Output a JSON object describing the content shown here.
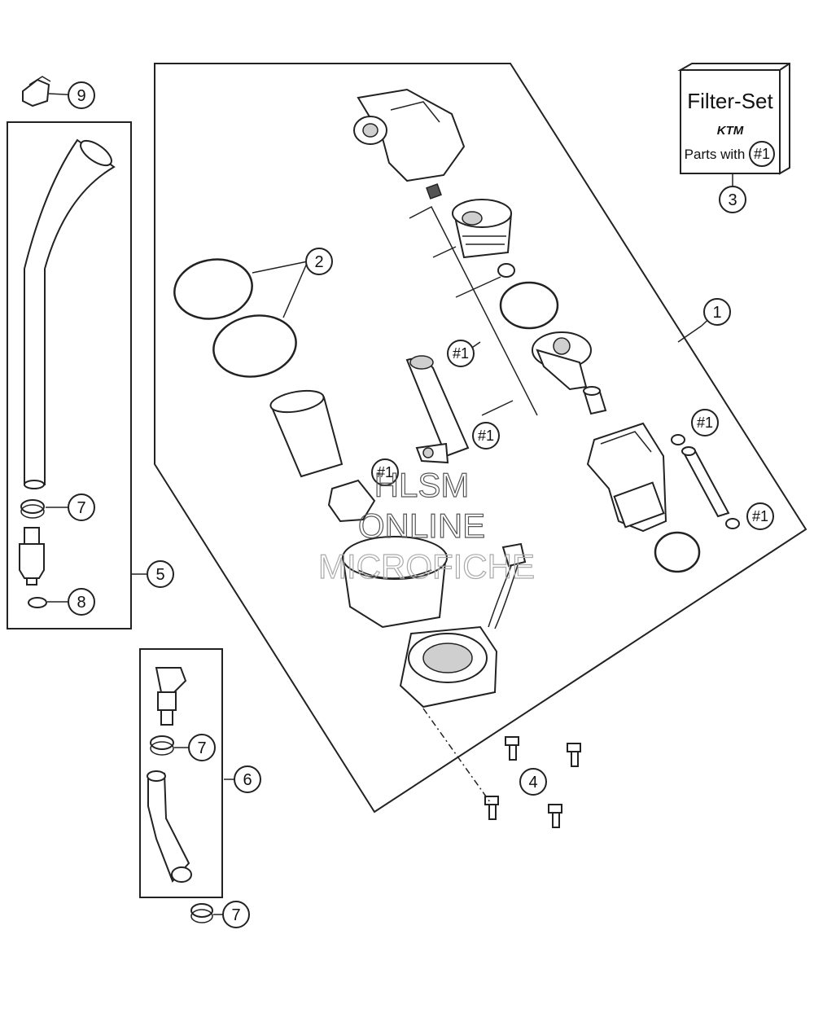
{
  "filter_set": {
    "title": "Filter-Set",
    "brand": "KTM",
    "parts_with": "Parts with",
    "ref": "#1"
  },
  "callouts": {
    "c1": "1",
    "c2": "2",
    "c3": "3",
    "c4": "4",
    "c5": "5",
    "c6": "6",
    "c7a": "7",
    "c7b": "7",
    "c7c": "7",
    "c8": "8",
    "c9": "9"
  },
  "refs": {
    "r1": "#1",
    "r2": "#1",
    "r3": "#1",
    "r4": "#1",
    "r5": "#1"
  },
  "watermark": {
    "line1": "HLSM",
    "line2": "ONLINE",
    "line3": "MICROFICHE"
  }
}
